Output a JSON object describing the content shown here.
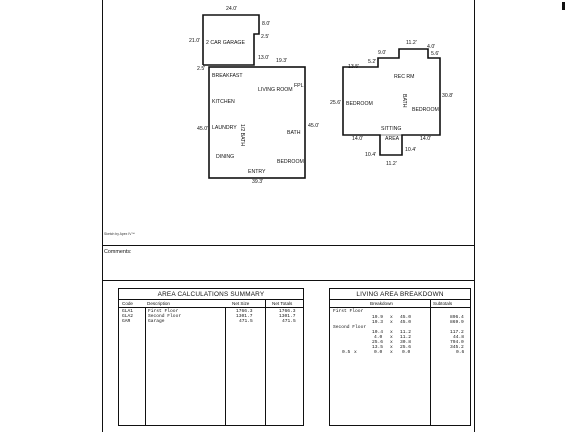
{
  "sketch": {
    "garage": {
      "label": "2 CAR GARAGE",
      "top_dim": "24.0'",
      "left_dim": "21.0'",
      "notch_dim_1": "8.0'",
      "notch_dim_2": "2.5'",
      "notch_dim_3": "13.0'"
    },
    "first_floor": {
      "dim_left_small": "2.5'",
      "dim_top": "19.3'",
      "dim_left": "45.0'",
      "dim_right": "45.0'",
      "dim_bottom": "39.3'",
      "rooms": {
        "breakfast": "BREAKFAST",
        "fpl": "FPL",
        "living": "LIVING ROOM",
        "kitchen": "KITCHEN",
        "half_bath": "1/2 BATH",
        "laundry": "LAUNDRY",
        "bath": "BATH",
        "dining": "DINING",
        "bedroom": "BEDROOM",
        "entry": "ENTRY"
      }
    },
    "second_floor": {
      "dims": {
        "d112_top": "11.2'",
        "d90": "9.0'",
        "d40": "4.0'",
        "d52": "5.2'",
        "d56": "5.6'",
        "d135": "13.5'",
        "d256": "25.6'",
        "d308": "30.8'",
        "d140_left": "14.0'",
        "d140_right": "14.0'",
        "d104_left": "10.4'",
        "d104_right": "10.4'",
        "d112_bottom": "11.2'"
      },
      "rooms": {
        "rec": "REC RM",
        "bedroom_left": "BEDROOM",
        "bath": "BATH",
        "bedroom_right": "BEDROOM",
        "sitting": "SITTING",
        "area": "AREA"
      }
    },
    "credit": "Sketch by Apex IV™"
  },
  "comments_label": "Comments:",
  "area_summary": {
    "title": "AREA CALCULATIONS SUMMARY",
    "columns": [
      "Code",
      "Description",
      "Net Size",
      "Net Totals"
    ],
    "rows": [
      {
        "code": "GLA1",
        "desc": "First Floor",
        "net": "1766.3",
        "total": "1766.3"
      },
      {
        "code": "GLA2",
        "desc": "Second Floor",
        "net": "1301.7",
        "total": "1301.7"
      },
      {
        "code": "GAR",
        "desc": "Garage",
        "net": "471.5",
        "total": "471.5"
      }
    ]
  },
  "living_breakdown": {
    "title": "LIVING AREA BREAKDOWN",
    "columns": [
      "Breakdown",
      "Subtotals"
    ],
    "sections": [
      {
        "label": "First Floor",
        "rows": [
          {
            "a": "",
            "b": "19.9",
            "c": "45.0",
            "sub": "896.4"
          },
          {
            "a": "",
            "b": "19.3",
            "c": "45.0",
            "sub": "869.9"
          }
        ]
      },
      {
        "label": "Second Floor",
        "rows": [
          {
            "a": "",
            "b": "10.4",
            "c": "11.2",
            "sub": "117.2"
          },
          {
            "a": "",
            "b": "4.0",
            "c": "11.2",
            "sub": "44.8"
          },
          {
            "a": "",
            "b": "25.6",
            "c": "30.8",
            "sub": "794.0"
          },
          {
            "a": "",
            "b": "13.5",
            "c": "25.6",
            "sub": "345.2"
          },
          {
            "a": "0.5",
            "b": "0.0",
            "c": "0.0",
            "sub": "0.6"
          }
        ]
      }
    ]
  }
}
